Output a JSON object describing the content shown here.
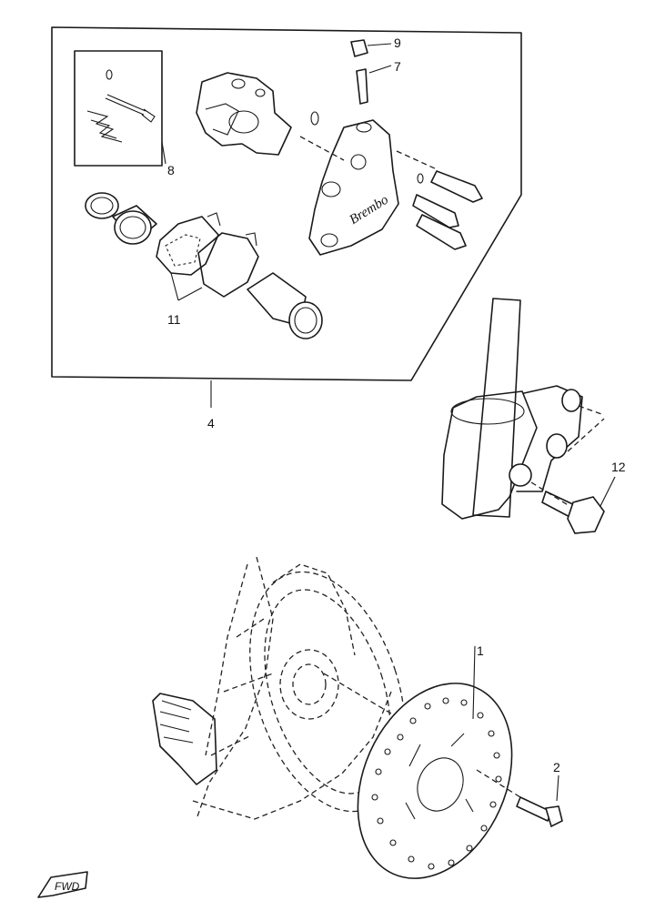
{
  "callouts": {
    "c1": "1",
    "c2": "2",
    "c4": "4",
    "c7": "7",
    "c8": "8",
    "c9": "9",
    "c11": "11",
    "c12": "12"
  },
  "caliper_logo": "Brembo",
  "fwd_label": "FWD"
}
